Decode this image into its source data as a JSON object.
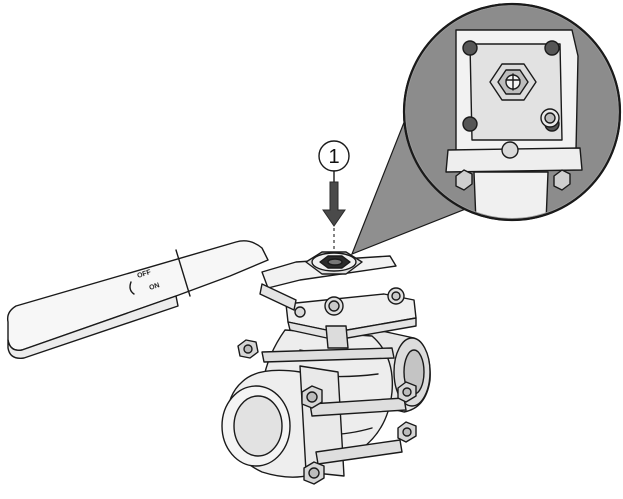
{
  "callout": {
    "number": "1"
  },
  "handle": {
    "label_off": "OFF",
    "label_on": "ON"
  }
}
